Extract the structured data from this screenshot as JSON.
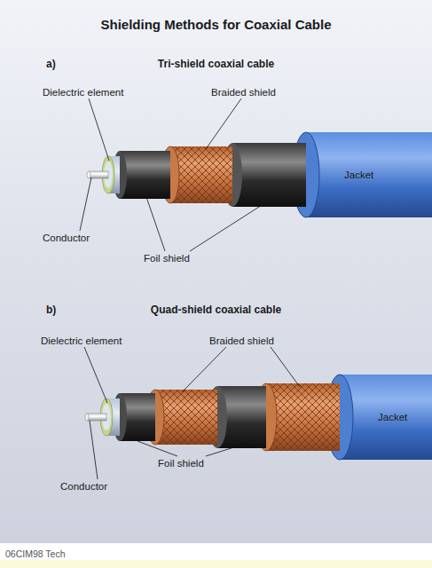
{
  "diagram": {
    "title": "Shielding Methods for Coaxial Cable",
    "labels": [
      "a)",
      "Tri-shield coaxial cable",
      "Dielectric element",
      "Braided shield",
      "Jacket",
      "Conductor",
      "Foil shield",
      "b)",
      "Quad-shield coaxial cable",
      "Dielectric element",
      "Braided shield",
      "Jacket",
      "Conductor",
      "Foil shield",
      "06CIM98 Tech"
    ]
  }
}
